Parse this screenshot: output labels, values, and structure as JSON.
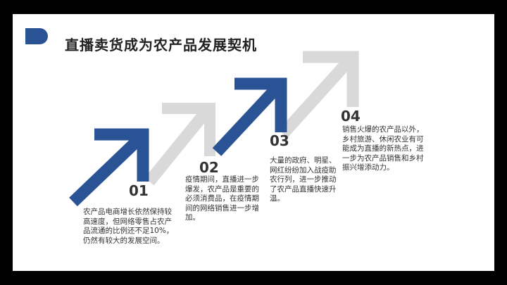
{
  "title": "直播卖货成为农产品发展契机",
  "colors": {
    "blue": "#2a5395",
    "gray": "#d9d9d9"
  },
  "steps": [
    {
      "num": "01",
      "lines": [
        "农产品电商增长依然保持较",
        "高速度，但网络零售占农产",
        "品流通的比例还不足10%，",
        "仍然有较大的发展空间。"
      ]
    },
    {
      "num": "02",
      "lines": [
        "疫情期间，直播进一步",
        "爆发，农产品是重要的",
        "必须消费品，在疫情期",
        "间的网络销售进一步增",
        "加。"
      ]
    },
    {
      "num": "03",
      "lines": [
        "大量的政府、明星、",
        "网红纷纷加入战疫助",
        "农行列，进一步推动",
        "了农产品直播快速升",
        "温。"
      ]
    },
    {
      "num": "04",
      "lines": [
        "销售火爆的农产品以外，",
        "乡村旅游、休闲农业有可",
        "能成为直播的新热点，进",
        "一步为农产品销售和乡村",
        "振兴增添动力。"
      ]
    }
  ]
}
